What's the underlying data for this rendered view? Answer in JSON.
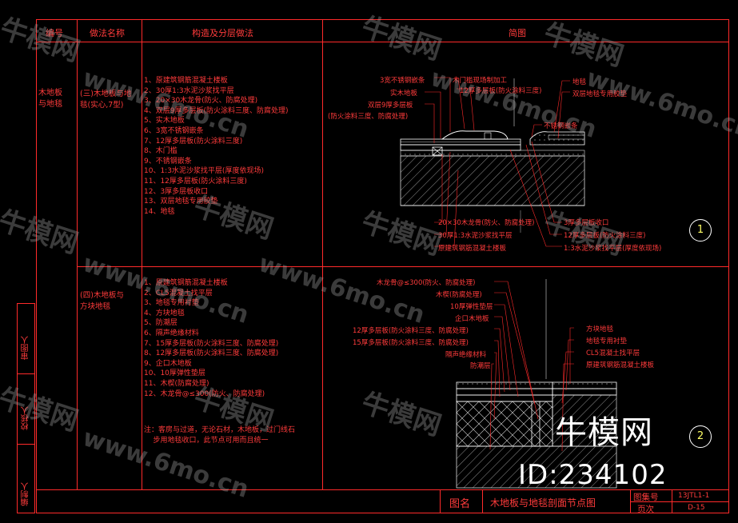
{
  "header": {
    "col_number": "编号",
    "col_name": "做法名称",
    "col_layers": "构造及分层做法",
    "col_diagram": "简图"
  },
  "row_category": "木地板\n与地毯",
  "rows": [
    {
      "name": "(三)木地板与地\n毯(实心,7型)",
      "layers": "1、原建筑钢筋混凝土楼板\n2、30厚1:3水泥沙浆找平层\n3、20×30木龙骨(防火、防腐处理)\n4、双层9厚多层板(防火涂料三度、防腐处理)\n5、实木地板\n6、3宽不锈钢嵌条\n7、12厚多层板(防火涂料三度)\n8、木门槛\n9、不锈钢嵌条\n10、1:3水泥沙浆找平层(厚度依现场)\n11、12厚多层板(防火涂料三度)\n12、3厚多层板收口\n13、双层地毯专用胶垫\n14、地毯",
      "callout_number": "1",
      "labels_left": [
        "3宽不锈钢嵌条",
        "实木地板",
        "双层9厚多层板",
        "(防火涂料三度、防腐处理)"
      ],
      "labels_top": [
        "木门槛现场制加工",
        "12厚多层板(防火涂料三度)"
      ],
      "labels_right": [
        "地毯",
        "双层地毯专用胶垫"
      ],
      "label_mid": "不锈钢嵌条",
      "labels_bottom_left": [
        "20×30木龙骨(防火、防腐处理)",
        "30厚1:3水泥沙浆找平层",
        "原建筑钢筋混凝土楼板"
      ],
      "labels_bottom_right": [
        "3厚多层板收口",
        "12厚多层板(防火涂料三度)",
        "1:3水泥沙浆找平层(厚度依现场)"
      ]
    },
    {
      "name": "(四)木地板与\n方块地毯",
      "layers": "1、原建筑钢筋混凝土楼板\n2、CL5混凝土找平层\n3、地毯专用衬垫\n4、方块地毯\n5、防潮层\n6、隔声绝缘材料\n7、15厚多层板(防火涂料三度、防腐处理)\n8、12厚多层板(防火涂料三度、防腐处理)\n9、企口木地板\n10、10厚弹性垫层\n11、木楔(防腐处理)\n12、木龙骨@≤300(防火、防腐处理)",
      "note": "注：客房与过道，无论石材，木地板，过门线石\n    步用地毯收口，此节点可用而且统一",
      "callout_number": "2",
      "labels_left": [
        "木龙骨@≤300(防火、防腐处理)",
        "木楔(防腐处理)",
        "10厚弹性垫层",
        "企口木地板",
        "12厚多层板(防火涂料三度、防腐处理)",
        "15厚多层板(防火涂料三度、防腐处理)",
        "隔声绝缘材料",
        "防潮层"
      ],
      "labels_right": [
        "方块地毯",
        "地毯专用衬垫",
        "CL5混凝土找平层",
        "原建筑钢筋混凝土楼板"
      ]
    }
  ],
  "side_labels": [
    "审图人",
    "校核人",
    "编制人"
  ],
  "title_block": {
    "drawing_name_label": "图名",
    "drawing_name": "木地板与地毯剖面节点图",
    "atlas_no_label": "图集号",
    "atlas_no": "13JTL1-1",
    "page_label": "页次",
    "page": "D-15"
  },
  "brand": "牛模网",
  "id_text": "ID:234102",
  "watermarks": [
    "牛模网",
    "www.6mo.cn"
  ],
  "colors": {
    "line": "#ff2a2a",
    "text": "#ff3b3b",
    "drawing": "#ffffff",
    "callout": "#ffff66"
  }
}
